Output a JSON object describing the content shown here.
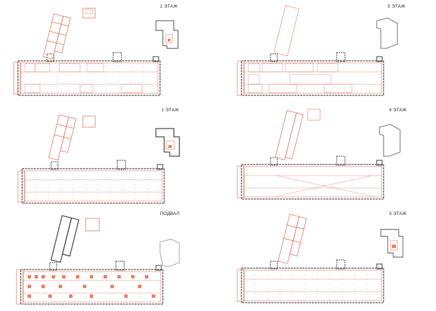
{
  "colors": {
    "accent": "#e0745c",
    "accent_fill": "#e8826b",
    "wall_dark": "#4a4a4a",
    "wall_light": "#9a9a9a",
    "background": "#ffffff"
  },
  "floors": [
    {
      "id": "floor-2",
      "label": "2 ЭТАЖ"
    },
    {
      "id": "floor-5",
      "label": "5 ЭТАЖ"
    },
    {
      "id": "floor-1",
      "label": "1 ЭТАЖ"
    },
    {
      "id": "floor-4",
      "label": "4 ЭТАЖ"
    },
    {
      "id": "basement",
      "label": "ПОДВАЛ"
    },
    {
      "id": "floor-3",
      "label": "3 ЭТАЖ"
    }
  ]
}
